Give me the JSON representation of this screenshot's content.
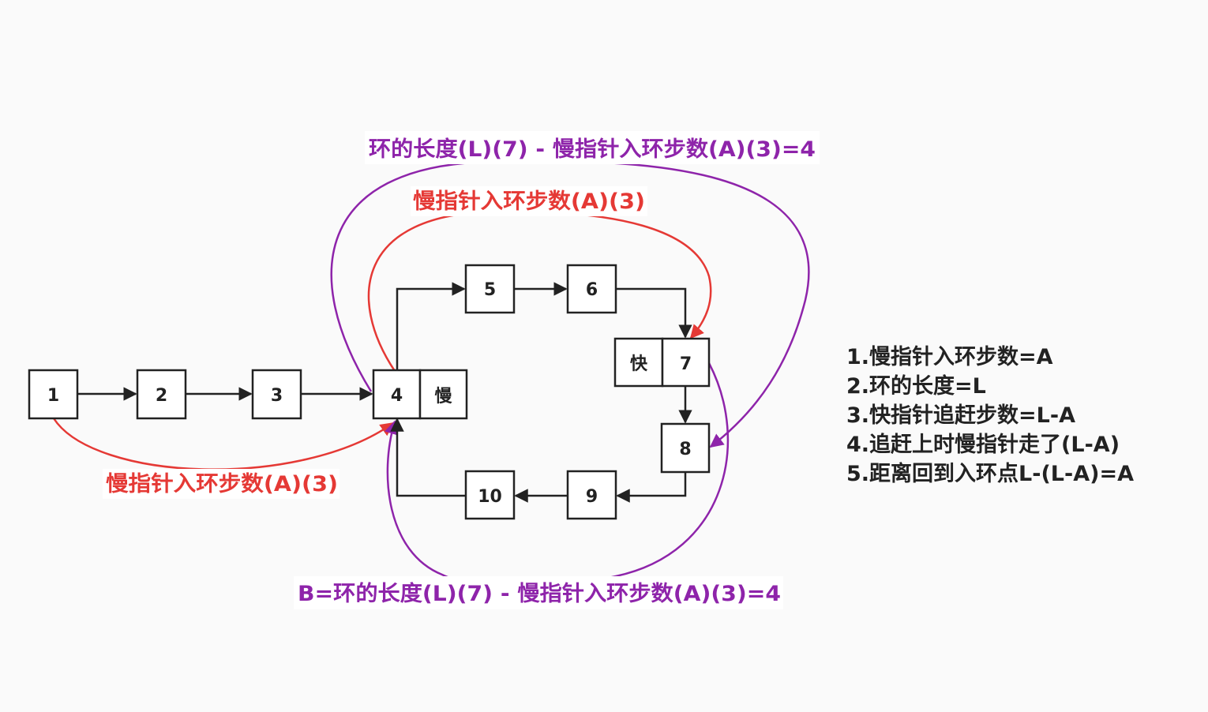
{
  "nodes": {
    "n1": "1",
    "n2": "2",
    "n3": "3",
    "n4": "4",
    "n5": "5",
    "n6": "6",
    "n7": "7",
    "n8": "8",
    "n9": "9",
    "n10": "10"
  },
  "markers": {
    "slow": "慢",
    "fast": "快"
  },
  "annotations": {
    "top_purple": "环的长度(L)(7) - 慢指针入环步数(A)(3)=4",
    "top_red": "慢指针入环步数(A)(3)",
    "bottom_red": "慢指针入环步数(A)(3)",
    "bottom_purple": "B=环的长度(L)(7) - 慢指针入环步数(A)(3)=4"
  },
  "notes": [
    "1.慢指针入环步数=A",
    "2.环的长度=L",
    "3.快指针追赶步数=L-A",
    "4.追赶上时慢指针走了(L-A)",
    "5.距离回到入环点L-(L-A)=A"
  ],
  "colors": {
    "node_stroke": "#222222",
    "purple": "#8e24aa",
    "red": "#e53935"
  }
}
